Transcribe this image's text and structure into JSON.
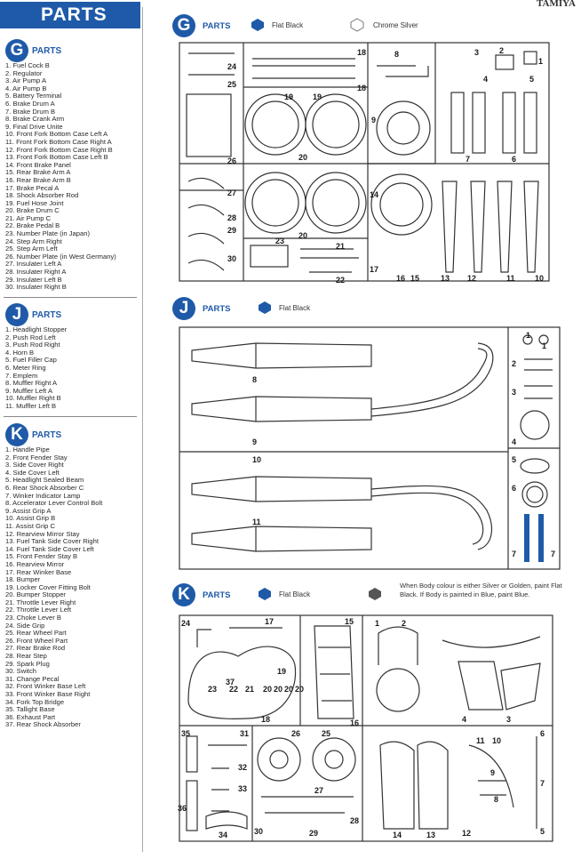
{
  "header": {
    "title": "PARTS",
    "brand": "TAMIYA"
  },
  "lists": {
    "G": {
      "letter": "G",
      "title": "PARTS",
      "items": [
        "1. Fuel Cock B",
        "2. Regulator",
        "3. Air Pump A",
        "4. Air Pump B",
        "5. Battery Terminal",
        "6. Brake Drum A",
        "7. Brake Drum B",
        "8. Brake Crank Arm",
        "9. Final Drive Unite",
        "10. Front Fork Bottom Case Left A",
        "11. Front Fork Bottom Case Right A",
        "12. Front Fork Bottom Case Right B",
        "13. Front Fork Bottom Case Left B",
        "14. Front Brake Panel",
        "15. Rear Brake Arm A",
        "16. Rear Brake Arm B",
        "17. Brake Pecal A",
        "18. Shock Absorber Rod",
        "19. Fuel Hose Joint",
        "20. Brake Drum C",
        "21. Air Pump C",
        "22. Brake Pedal B",
        "23. Number Plate (in Japan)",
        "24. Step Arm Right",
        "25. Step Arm Left",
        "26. Number Plate (in West Germany)",
        "27. Insulater Left A",
        "28. Insulater Right A",
        "29. Insulater Left B",
        "30. Insulater Right B"
      ]
    },
    "J": {
      "letter": "J",
      "title": "PARTS",
      "items": [
        "1. Headlight Stopper",
        "2. Push Rod Left",
        "3. Push Rod Right",
        "4. Horn B",
        "5. Fuel Filler Cap",
        "6. Meter Ring",
        "7. Emplem",
        "8. Muffler Right A",
        "9. Muffler Left A",
        "10. Muffler Right B",
        "11. Muffler Left B"
      ]
    },
    "K": {
      "letter": "K",
      "title": "PARTS",
      "items": [
        "1. Handle Pipe",
        "2. Front Fender Stay",
        "3. Side Cover Right",
        "4. Side Cover Left",
        "5. Headlight Sealed Beam",
        "6. Rear Shock Absorber C",
        "7. Winker Indicator Lamp",
        "8. Accelerator Lever Control Bolt",
        "9. Assist Grip A",
        "10. Assist Grip B",
        "11. Assist Grip C",
        "12. Rearview Mirror Stay",
        "13. Fuel Tank Side Cover Right",
        "14. Fuel Tank Side Cover Left",
        "15. Front Fender Stay B",
        "16. Rearview Mirror",
        "17. Rear Winker Base",
        "18. Bumper",
        "19. Locker Cover Fitting Bolt",
        "20. Bumper Stopper",
        "21. Throttle Lever Right",
        "22. Throttle Lever Left",
        "23. Choke Lever B",
        "24. Side Grip",
        "25. Rear Wheel Part",
        "26. Front Wheel Part",
        "27. Rear Brake Rod",
        "28. Rear Step",
        "29. Spark Plug",
        "30. Switch",
        "31. Change Pecal",
        "32. Front Winker Base Left",
        "33. Front Winker Base Right",
        "34. Fork Top Bridge",
        "35. Tallight Base",
        "36. Exhaust Part",
        "37. Rear Shock Absorber"
      ]
    }
  },
  "panels": {
    "G": {
      "letter": "G",
      "label": "PARTS",
      "legend1": "Flat Black",
      "legend2": "Chrome Silver",
      "numbers": [
        "24",
        "25",
        "26",
        "27",
        "28",
        "29",
        "30",
        "18",
        "18",
        "19",
        "19",
        "20",
        "20",
        "23",
        "21",
        "22",
        "8",
        "9",
        "14",
        "17",
        "16",
        "15",
        "3",
        "2",
        "1",
        "4",
        "7",
        "6",
        "13",
        "12",
        "11",
        "10",
        "5"
      ]
    },
    "J": {
      "letter": "J",
      "label": "PARTS",
      "legend1": "Flat Black",
      "numbers": [
        "8",
        "9",
        "10",
        "11",
        "1",
        "1",
        "2",
        "3",
        "4",
        "5",
        "6",
        "7",
        "7"
      ]
    },
    "K": {
      "letter": "K",
      "label": "PARTS",
      "legend1": "Flat Black",
      "note": "When Body colour is either Silver or Golden, paint Flat Black. If Body is painted in Blue, paint Blue.",
      "numbers": [
        "24",
        "17",
        "15",
        "37",
        "23",
        "22",
        "21",
        "20",
        "20",
        "20",
        "20",
        "19",
        "18",
        "16",
        "2",
        "1",
        "4",
        "3",
        "35",
        "31",
        "32",
        "33",
        "36",
        "34",
        "26",
        "25",
        "27",
        "30",
        "29",
        "28",
        "14",
        "13",
        "11",
        "10",
        "9",
        "12",
        "8",
        "7",
        "6",
        "5"
      ]
    }
  },
  "colors": {
    "accent": "#1f5aa8",
    "paint_black": "#555555"
  },
  "icons": {
    "flat_black": "hexagon-blue-icon",
    "chrome_silver": "hexagon-outline-icon",
    "dark": "hexagon-dark-icon"
  }
}
